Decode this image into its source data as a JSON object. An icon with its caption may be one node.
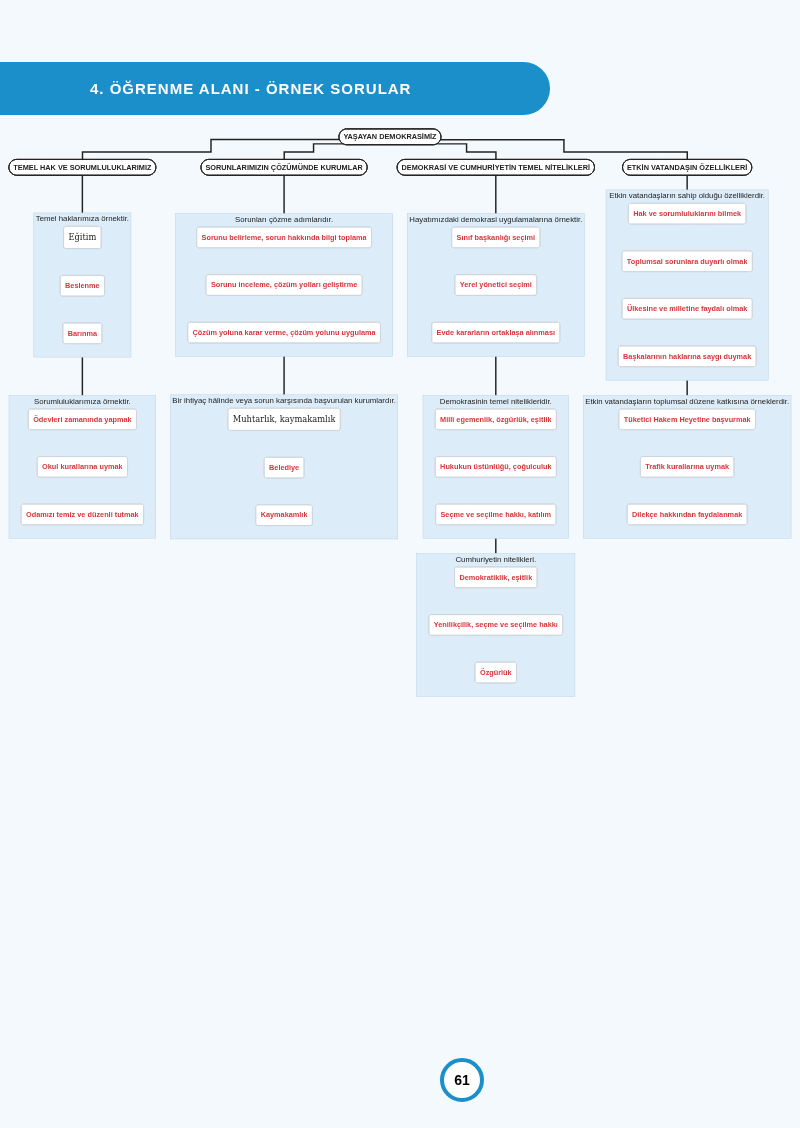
{
  "diagram": {
    "title": "4. ÖĞRENME ALANI - ÖRNEK SORULAR",
    "nodes": [
      {
        "text": [
          "YAŞAYAN DEMOKRASİMİZ"
        ]
      },
      {
        "text": [
          "TEMEL HAK VE SORUMLULUKLARIMIZ"
        ]
      },
      {
        "text": [
          "Temel haklarımıza örnektir."
        ]
      },
      {
        "text": [
          "Eğitim"
        ],
        "in": 2
      },
      {
        "text": [
          "Beslenme"
        ],
        "in": 2
      },
      {
        "text": [
          "Barınma"
        ],
        "in": 2
      },
      {
        "text": [
          "Sorumluluklarımıza örnektir."
        ]
      },
      {
        "text": [
          "Ödevleri zamanında yapmak"
        ],
        "in": 6
      },
      {
        "text": [
          "Okul kurallarına uymak"
        ],
        "in": 6
      },
      {
        "text": [
          "Odamızı temiz ve düzenli tutmak"
        ],
        "in": 6
      },
      {
        "text": [
          "SORUNLARIMIZIN ÇÖZÜMÜNDE KURUMLAR"
        ]
      },
      {
        "text": [
          "Sorunları çözme adımlarıdır."
        ]
      },
      {
        "text": [
          "Sorunu belirleme, sorun hakkında bilgi toplama"
        ],
        "in": 11
      },
      {
        "text": [
          "Sorunu inceleme, çözüm yolları geliştirme"
        ],
        "in": 11
      },
      {
        "text": [
          "Çözüm yoluna karar verme, çözüm yolunu uygulama"
        ],
        "in": 11
      },
      {
        "text": [
          "Bir ihtiyaç hâlinde veya sorun karşısında başvurulan kurumlardır."
        ]
      },
      {
        "text": [
          "Muhtarlık, kaymakamlık"
        ],
        "in": 15
      },
      {
        "text": [
          "Belediye"
        ],
        "in": 15
      },
      {
        "text": [
          "Kaymakamlık"
        ],
        "in": 15
      },
      {
        "text": [
          "DEMOKRASİ VE CUMHURİYETİN TEMEL NİTELİKLERİ"
        ]
      },
      {
        "text": [
          "Hayatımızdaki demokrasi uygulamalarına örnektir."
        ]
      },
      {
        "text": [
          "Sınıf başkanlığı seçimi"
        ],
        "in": 20
      },
      {
        "text": [
          "Yerel yönetici seçimi"
        ],
        "in": 20
      },
      {
        "text": [
          "Evde kararların ortaklaşa alınması"
        ],
        "in": 20
      },
      {
        "text": [
          "Demokrasinin temel nitelikleridir."
        ]
      },
      {
        "text": [
          "Millî egemenlik, özgürlük, eşitlik"
        ],
        "in": 24
      },
      {
        "text": [
          "Hukukun üstünlüğü, çoğulculuk"
        ],
        "in": 24
      },
      {
        "text": [
          "Seçme ve seçilme hakkı, katılım"
        ],
        "in": 24
      },
      {
        "text": [
          "Cumhuriyetin nitelikleri."
        ]
      },
      {
        "text": [
          "Demokratiklik, eşitlik"
        ],
        "in": 28
      },
      {
        "text": [
          "Yenilikçilik, seçme ve seçilme hakkı"
        ],
        "in": 28
      },
      {
        "text": [
          "Özgürlük"
        ],
        "in": 28
      },
      {
        "text": [
          "ETKİN VATANDAŞIN ÖZELLİKLERİ"
        ]
      },
      {
        "text": [
          "Etkin vatandaşların sahip olduğu özelliklerdir."
        ]
      },
      {
        "text": [
          "Hak ve sorumluluklarını bilmek"
        ],
        "in": 33
      },
      {
        "text": [
          "Toplumsal sorunlara duyarlı olmak"
        ],
        "in": 33
      },
      {
        "text": [
          "Ülkesine ve milletine faydalı olmak"
        ],
        "in": 33
      },
      {
        "text": [
          "Başkalarının haklarına saygı duymak"
        ],
        "in": 33
      },
      {
        "text": [
          "Etkin vatandaşların toplumsal düzene katkısına örneklerdir."
        ]
      },
      {
        "text": [
          "Tüketici Hakem Heyetine başvurmak"
        ],
        "in": 38
      },
      {
        "text": [
          "Trafik kurallarına uymak"
        ],
        "in": 38
      },
      {
        "text": [
          "Dilekçe hakkından faydalanmak"
        ],
        "in": 38
      }
    ],
    "edges": [
      {
        "from": 0,
        "to": 1,
        "arrow": "none"
      },
      {
        "from": 0,
        "to": 10,
        "arrow": "none"
      },
      {
        "from": 0,
        "to": 19,
        "arrow": "none"
      },
      {
        "from": 0,
        "to": 32,
        "arrow": "none"
      },
      {
        "from": 1,
        "to": 2,
        "arrow": "none"
      },
      {
        "from": 2,
        "to": 6,
        "arrow": "none"
      },
      {
        "from": 10,
        "to": 11,
        "arrow": "none"
      },
      {
        "from": 11,
        "to": 15,
        "arrow": "none"
      },
      {
        "from": 19,
        "to": 20,
        "arrow": "none"
      },
      {
        "from": 20,
        "to": 24,
        "arrow": "none"
      },
      {
        "from": 24,
        "to": 28,
        "arrow": "none"
      },
      {
        "from": 32,
        "to": 33,
        "arrow": "none"
      },
      {
        "from": 33,
        "to": 38,
        "arrow": "none"
      }
    ],
    "labels": [
      "61"
    ]
  }
}
